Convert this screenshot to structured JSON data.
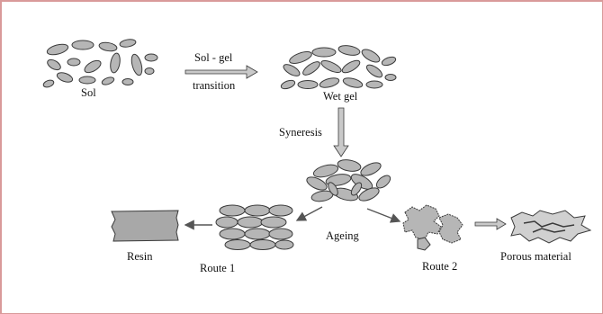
{
  "diagram": {
    "labels": {
      "sol": "Sol",
      "transition_line1": "Sol - gel",
      "transition_line2": "transition",
      "wet_gel": "Wet gel",
      "syneresis": "Syneresis",
      "ageing": "Ageing",
      "resin": "Resin",
      "route1": "Route 1",
      "route2": "Route 2",
      "porous_material": "Porous material"
    },
    "colors": {
      "border": "#d99a9a",
      "particle_fill": "#b6b6b6",
      "particle_stroke": "#3a3a3a",
      "resin_fill": "#a8a8a8"
    }
  }
}
